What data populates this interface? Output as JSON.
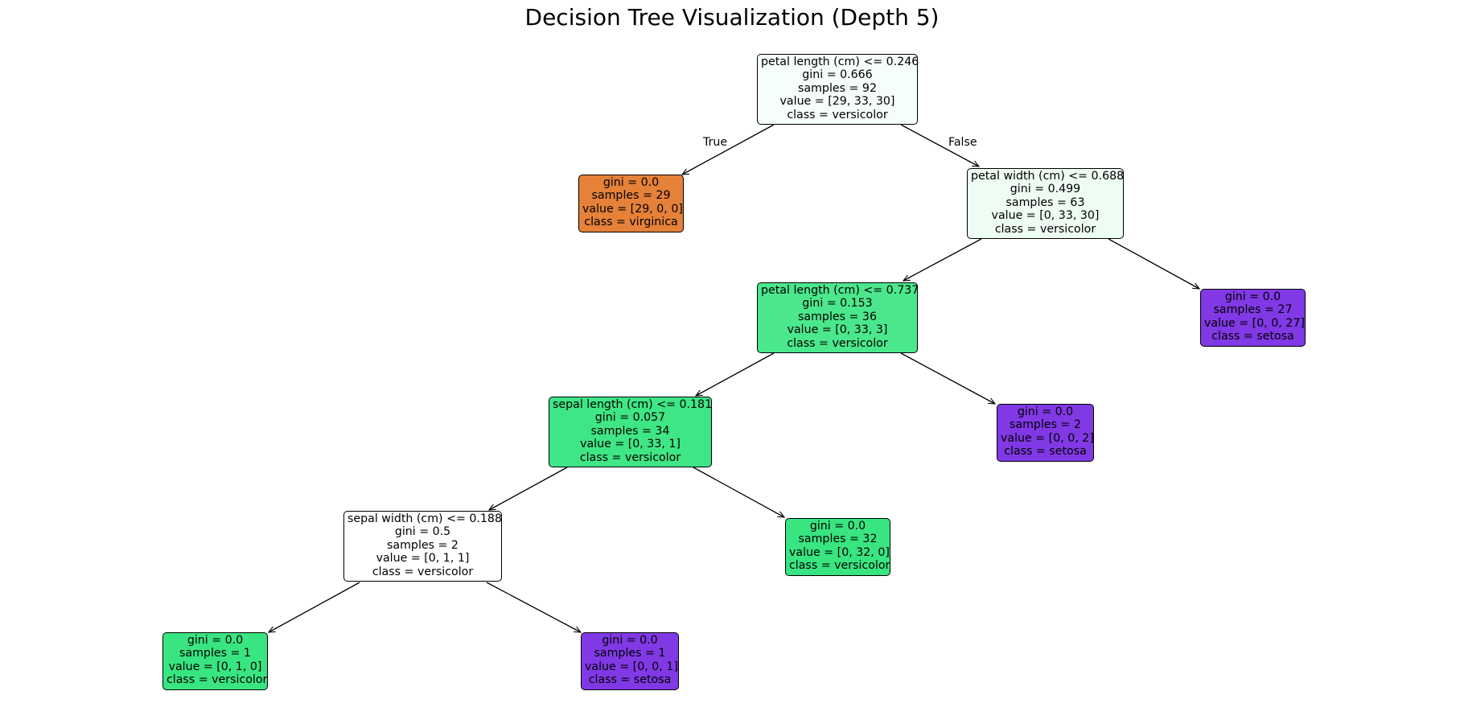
{
  "title": "Decision Tree Visualization (Depth 5)",
  "colors": {
    "virginica": "#e58139",
    "versicolor": "#39e581",
    "setosa": "#8139e5"
  },
  "edge_labels": {
    "true": "True",
    "false": "False"
  },
  "nodes": [
    {
      "id": "n0",
      "split": "petal length (cm) <= 0.246",
      "gini": "gini = 0.666",
      "samples": "samples = 92",
      "value": "value = [29, 33, 30]",
      "class": "class = versicolor",
      "fill": "#f5fef9",
      "parent": null
    },
    {
      "id": "n1",
      "split": "",
      "gini": "gini = 0.0",
      "samples": "samples = 29",
      "value": "value = [29, 0, 0]",
      "class": "class = virginica",
      "fill": "#e58139",
      "parent": "n0"
    },
    {
      "id": "n2",
      "split": "petal width (cm) <= 0.688",
      "gini": "gini = 0.499",
      "samples": "samples = 63",
      "value": "value = [0, 33, 30]",
      "class": "class = versicolor",
      "fill": "#edfdf4",
      "parent": "n0"
    },
    {
      "id": "n3",
      "split": "petal length (cm) <= 0.737",
      "gini": "gini = 0.153",
      "samples": "samples = 36",
      "value": "value = [0, 33, 3]",
      "class": "class = versicolor",
      "fill": "#4be78c",
      "parent": "n2"
    },
    {
      "id": "n4",
      "split": "",
      "gini": "gini = 0.0",
      "samples": "samples = 27",
      "value": "value = [0, 0, 27]",
      "class": "class = setosa",
      "fill": "#8139e5",
      "parent": "n2"
    },
    {
      "id": "n5",
      "split": "sepal length (cm) <= 0.181",
      "gini": "gini = 0.057",
      "samples": "samples = 34",
      "value": "value = [0, 33, 1]",
      "class": "class = versicolor",
      "fill": "#3fe685",
      "parent": "n3"
    },
    {
      "id": "n6",
      "split": "",
      "gini": "gini = 0.0",
      "samples": "samples = 2",
      "value": "value = [0, 0, 2]",
      "class": "class = setosa",
      "fill": "#8139e5",
      "parent": "n3"
    },
    {
      "id": "n7",
      "split": "sepal width (cm) <= 0.188",
      "gini": "gini = 0.5",
      "samples": "samples = 2",
      "value": "value = [0, 1, 1]",
      "class": "class = versicolor",
      "fill": "#ffffff",
      "parent": "n5"
    },
    {
      "id": "n8",
      "split": "",
      "gini": "gini = 0.0",
      "samples": "samples = 32",
      "value": "value = [0, 32, 0]",
      "class": "class = versicolor",
      "fill": "#39e581",
      "parent": "n5"
    },
    {
      "id": "n9",
      "split": "",
      "gini": "gini = 0.0",
      "samples": "samples = 1",
      "value": "value = [0, 1, 0]",
      "class": "class = versicolor",
      "fill": "#39e581",
      "parent": "n7"
    },
    {
      "id": "n10",
      "split": "",
      "gini": "gini = 0.0",
      "samples": "samples = 1",
      "value": "value = [0, 0, 1]",
      "class": "class = setosa",
      "fill": "#8139e5",
      "parent": "n7"
    }
  ]
}
